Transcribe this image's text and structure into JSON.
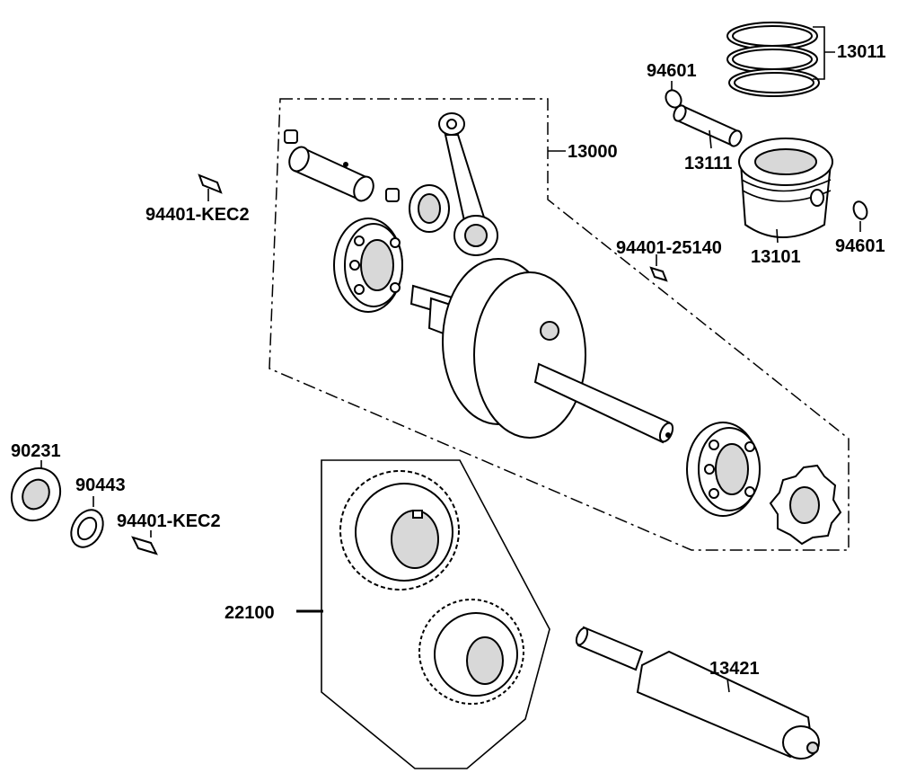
{
  "labels": {
    "p13011": "13011",
    "p94601_top": "94601",
    "p13000": "13000",
    "p13111": "13111",
    "p94401_kec2_top": "94401-KEC2",
    "p94401_25140": "94401-25140",
    "p13101": "13101",
    "p94601_right": "94601",
    "p90231": "90231",
    "p90443": "90443",
    "p94401_kec2_bottom": "94401-KEC2",
    "p22100": "22100",
    "p13421": "13421"
  },
  "icons": {
    "piston_rings": "piston-rings-icon",
    "circlip": "circlip-icon",
    "piston_pin": "piston-pin-icon",
    "piston": "piston-icon",
    "crank_pin": "crank-pin-icon",
    "connecting_rod": "connecting-rod-icon",
    "needle_bearing": "needle-bearing-icon",
    "ball_bearing": "ball-bearing-icon",
    "crankshaft": "crankshaft-icon",
    "sprocket": "sprocket-icon",
    "woodruff_key": "woodruff-key-icon",
    "lock_nut": "lock-nut-icon",
    "washer": "washer-icon",
    "gear": "gear-icon",
    "balancer_shaft": "balancer-shaft-icon"
  }
}
